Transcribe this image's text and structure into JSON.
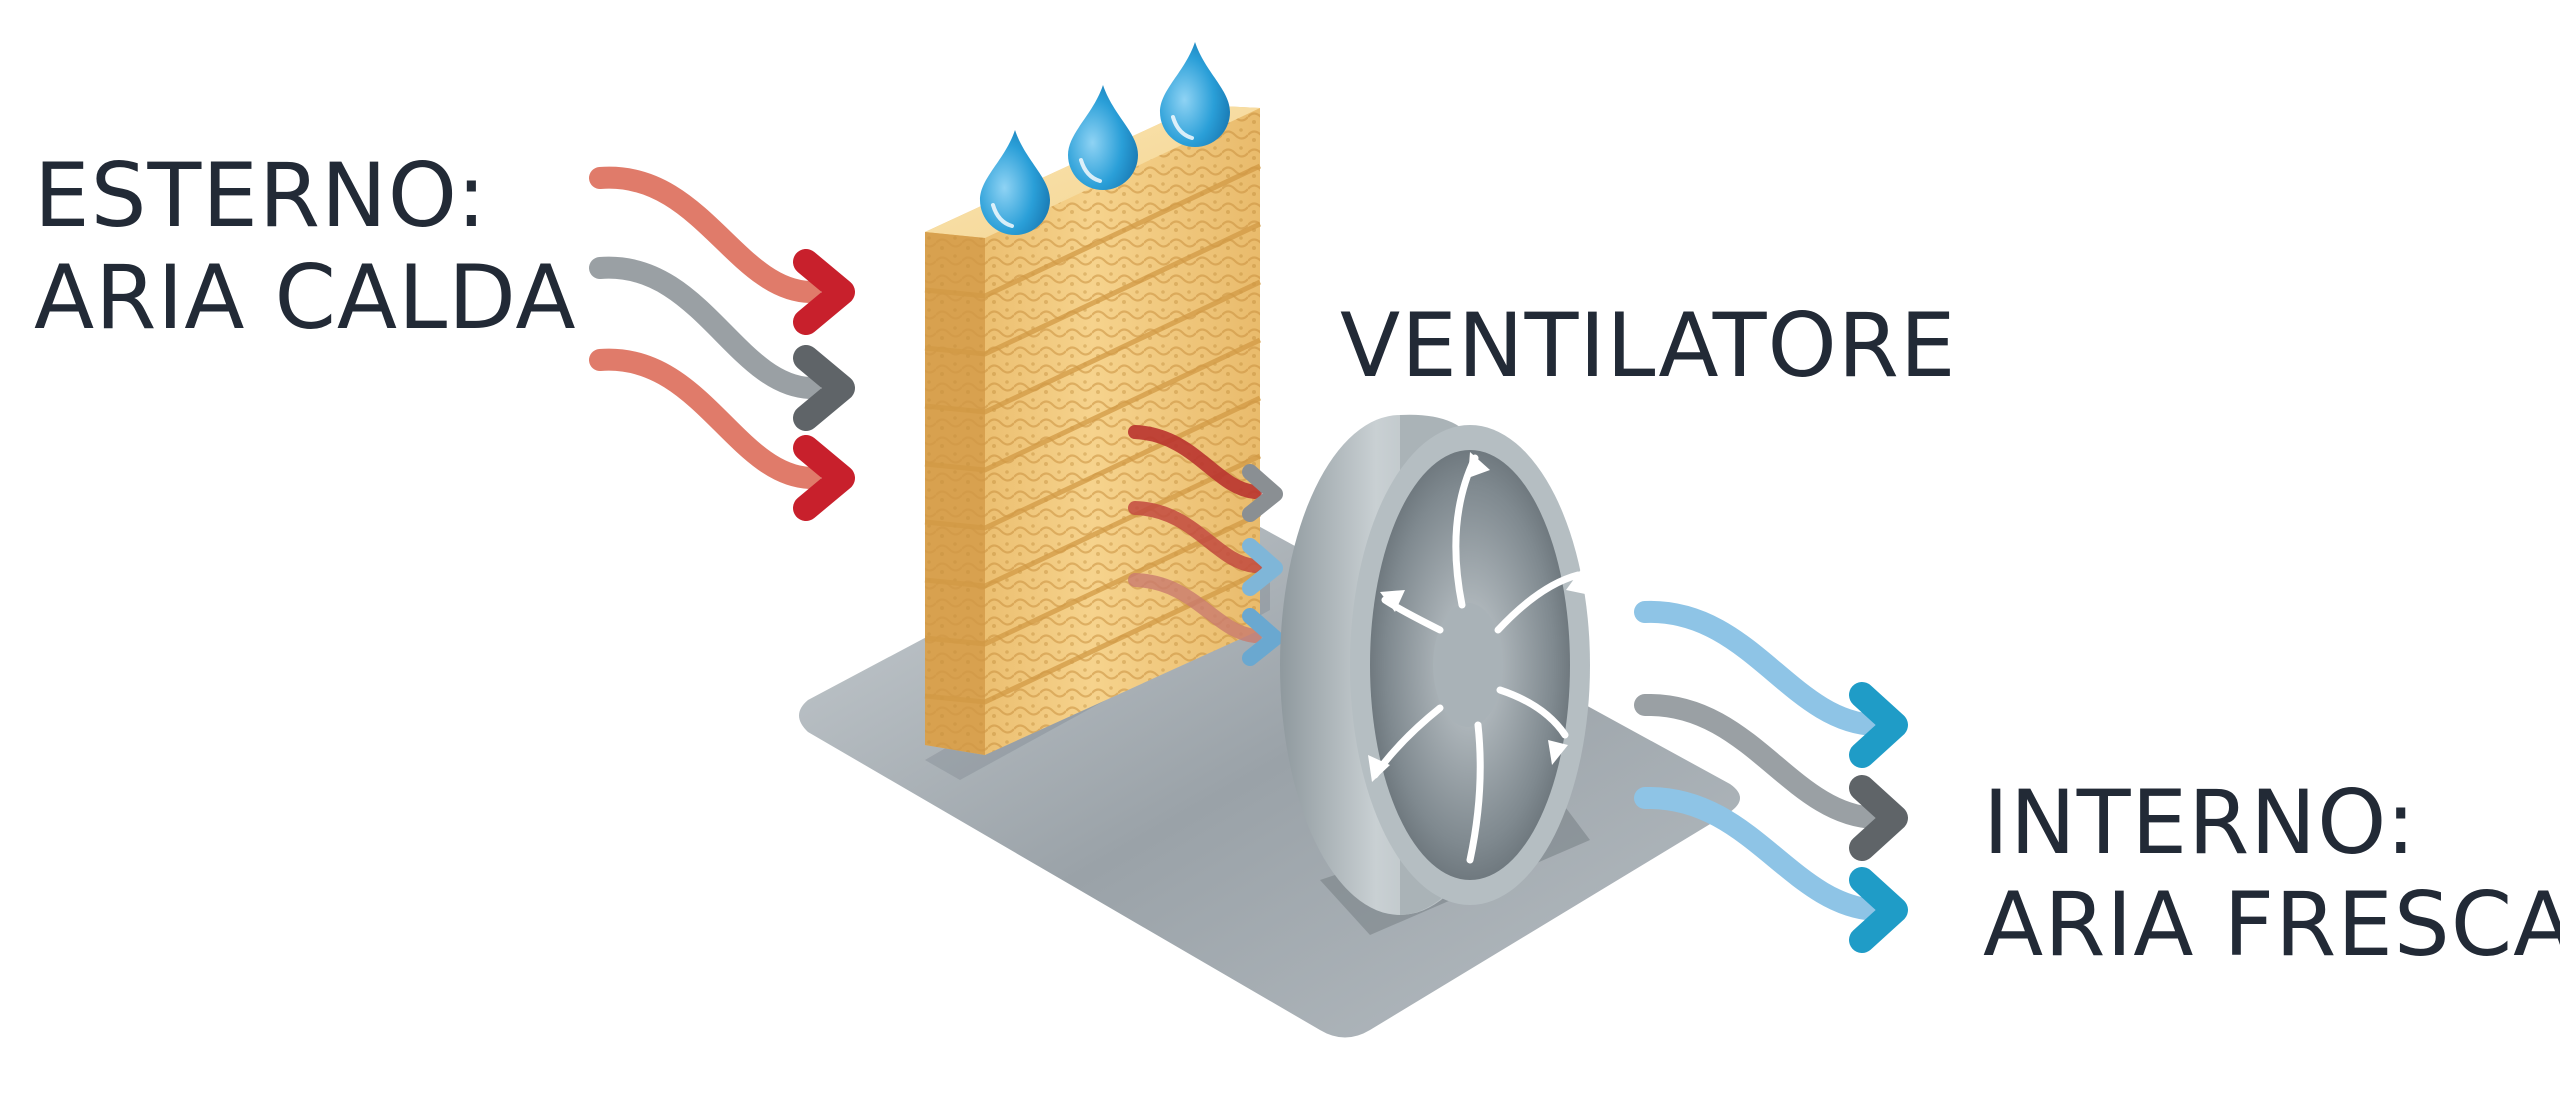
{
  "labels": {
    "outside": {
      "line1": "ESTERNO:",
      "line2": "ARIA CALDA"
    },
    "fan": "VENTILATORE",
    "inside": {
      "line1": "INTERNO:",
      "line2": "ARIA FRESCA"
    }
  },
  "colors": {
    "warm_air": "#e07b6a",
    "warm_air_head": "#c8202c",
    "neutral_air": "#9aa0a4",
    "neutral_air_head": "#5f6468",
    "cool_air": "#8ec4e6",
    "cool_air_head": "#1f9cc7",
    "pad": "#f2c878",
    "water_drop": "#2a9fd8",
    "fan_housing": "#b9c2c6",
    "base_plate": "#9ea5ab",
    "label_text": "#222a36"
  },
  "icons": [
    "water-drop-icon",
    "air-flow-arrow-icon",
    "fan-icon"
  ]
}
